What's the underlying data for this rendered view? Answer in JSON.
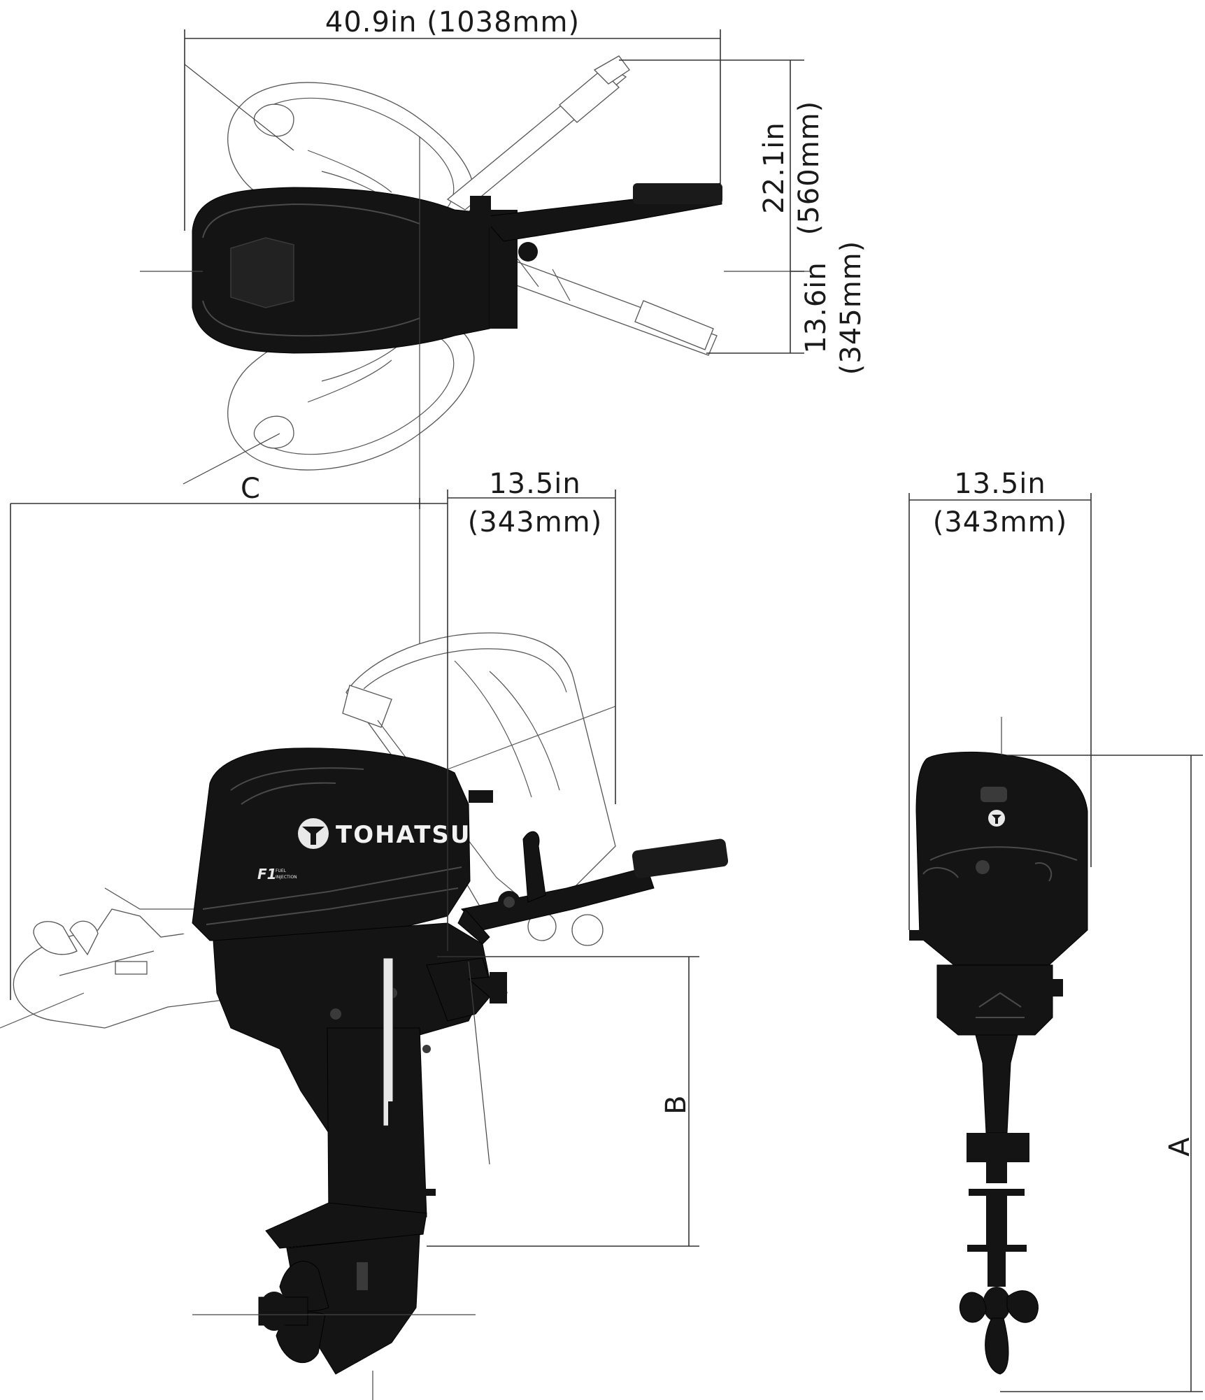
{
  "dimensions": {
    "overall_length": "40.9in (1038mm)",
    "tiller_swing_starboard": {
      "imperial": "22.1in",
      "metric": "(560mm)"
    },
    "tiller_swing_port": {
      "imperial": "13.6in",
      "metric": "(345mm)"
    },
    "side_depth": {
      "imperial": "13.5in",
      "metric": "(343mm)"
    },
    "rear_width": {
      "imperial": "13.5in",
      "metric": "(343mm)"
    },
    "label_a": "A",
    "label_b": "B",
    "label_c": "C"
  },
  "branding": {
    "logo": "TOHATSU",
    "badge_main": "F1",
    "badge_sub_1": "FUEL",
    "badge_sub_2": "INJECTION"
  },
  "colors": {
    "engine": "#141414",
    "outline": "#555555",
    "dimension_line": "#333333"
  }
}
